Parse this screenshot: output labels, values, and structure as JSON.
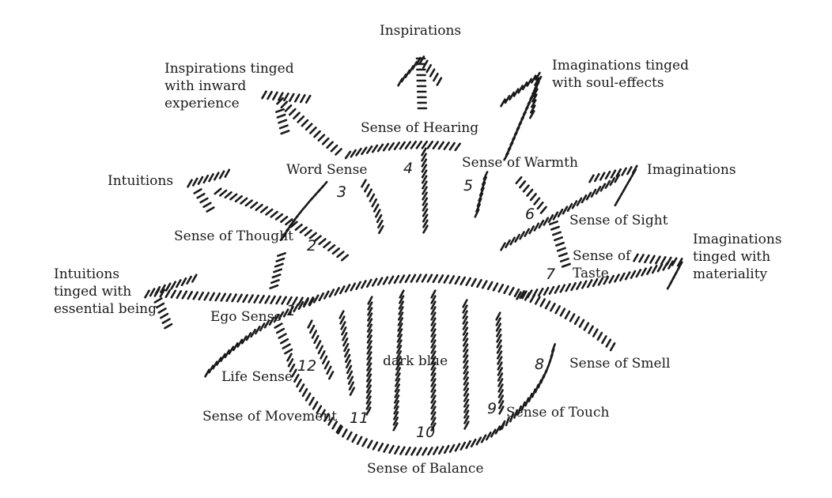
{
  "labels": {
    "inspirations": "Inspirations",
    "inspirations_tinged": "Inspirations tinged\nwith inward\nexperience",
    "imaginations_tinged_soul": "Imaginations tinged\nwith soul-effects",
    "sense_of_hearing": "Sense of Hearing",
    "word_sense": "Word Sense",
    "sense_of_warmth": "Sense of Warmth",
    "intuitions": "Intuitions",
    "imaginations": "Imaginations",
    "sense_of_sight": "Sense of Sight",
    "sense_of_thought": "Sense of Thought",
    "imaginations_tinged_materiality": "Imaginations\ntinged with\nmateriality",
    "sense_of_taste": "Sense of\nTaste",
    "intuitions_tinged": "Intuitions\ntinged with\nessential being",
    "ego_sense": "Ego Sense",
    "life_sense": "Life Sense",
    "dark_blue": "dark blue",
    "sense_of_smell": "Sense of Smell",
    "sense_of_movement": "Sense of Movement",
    "sense_of_touch": "Sense of Touch",
    "sense_of_balance": "Sense of Balance"
  },
  "numbers": {
    "n1": "1",
    "n2": "2",
    "n3": "3",
    "n4": "4",
    "n5": "5",
    "n6": "6",
    "n7": "7",
    "n8": "8",
    "n9": "9",
    "n10": "10",
    "n11": "11",
    "n12": "12"
  }
}
